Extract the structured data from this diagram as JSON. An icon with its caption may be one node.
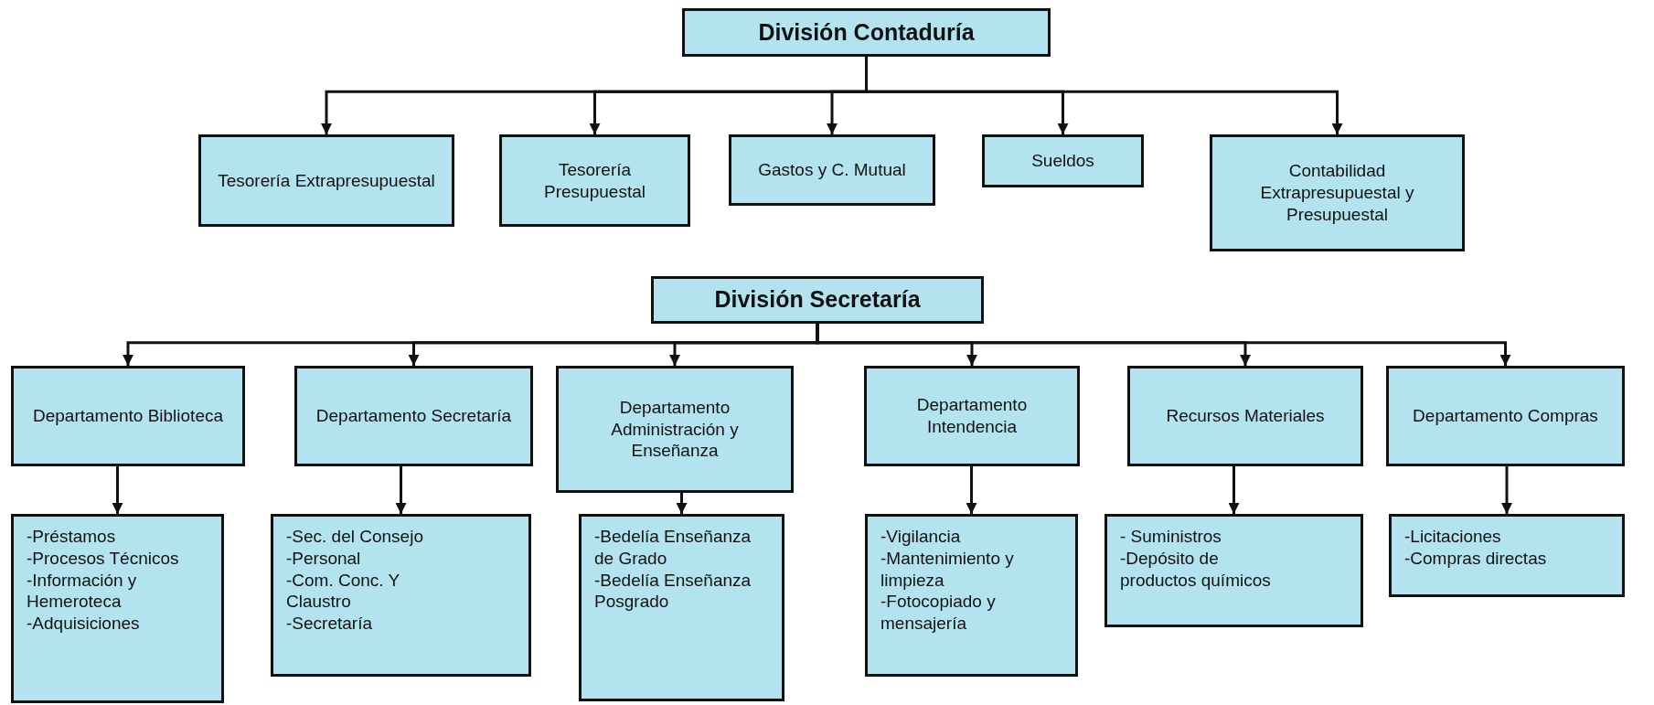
{
  "diagram": {
    "nodes": [
      {
        "text": [
          "División Contaduría"
        ]
      },
      {
        "text": [
          "Tesorería Extrapresupuestal"
        ]
      },
      {
        "text": [
          "Tesorería Presupuestal"
        ]
      },
      {
        "text": [
          "Gastos y C. Mutual"
        ]
      },
      {
        "text": [
          "Sueldos"
        ]
      },
      {
        "text": [
          "Contabilidad Extrapresupuestal y Presupuestal"
        ]
      },
      {
        "text": [
          "División Secretaría"
        ]
      },
      {
        "text": [
          "Departamento Biblioteca"
        ]
      },
      {
        "text": [
          "Departamento Secretaría"
        ]
      },
      {
        "text": [
          "Departamento Administración y Enseñanza"
        ]
      },
      {
        "text": [
          "Departamento Intendencia"
        ]
      },
      {
        "text": [
          "Recursos Materiales"
        ]
      },
      {
        "text": [
          "Departamento Compras"
        ]
      },
      {
        "text": [
          "-Préstamos",
          "-Procesos Técnicos",
          "-Información y Hemeroteca",
          "-Adquisiciones"
        ]
      },
      {
        "text": [
          "-Sec. del Consejo",
          "-Personal",
          "-Com. Conc. Y Claustro",
          "-Secretaría"
        ]
      },
      {
        "text": [
          "-Bedelía Enseñanza de Grado",
          "-Bedelía Enseñanza Posgrado"
        ]
      },
      {
        "text": [
          "-Vigilancia",
          "-Mantenimiento y limpieza",
          "-Fotocopiado y mensajería"
        ]
      },
      {
        "text": [
          "- Suministros",
          "-Depósito de productos químicos"
        ]
      },
      {
        "text": [
          "-Licitaciones",
          "-Compras directas"
        ]
      }
    ],
    "edges": [
      {
        "from": 0,
        "to": 1,
        "arrow": "to"
      },
      {
        "from": 0,
        "to": 2,
        "arrow": "to"
      },
      {
        "from": 0,
        "to": 3,
        "arrow": "to"
      },
      {
        "from": 0,
        "to": 4,
        "arrow": "to"
      },
      {
        "from": 0,
        "to": 5,
        "arrow": "to"
      },
      {
        "from": 6,
        "to": 7,
        "arrow": "to"
      },
      {
        "from": 6,
        "to": 8,
        "arrow": "to"
      },
      {
        "from": 6,
        "to": 9,
        "arrow": "to"
      },
      {
        "from": 6,
        "to": 10,
        "arrow": "to"
      },
      {
        "from": 6,
        "to": 11,
        "arrow": "to"
      },
      {
        "from": 6,
        "to": 12,
        "arrow": "to"
      },
      {
        "from": 7,
        "to": 13,
        "arrow": "to"
      },
      {
        "from": 8,
        "to": 14,
        "arrow": "to"
      },
      {
        "from": 9,
        "to": 15,
        "arrow": "to"
      },
      {
        "from": 10,
        "to": 16,
        "arrow": "to"
      },
      {
        "from": 11,
        "to": 17,
        "arrow": "to"
      },
      {
        "from": 12,
        "to": 18,
        "arrow": "to"
      }
    ]
  }
}
